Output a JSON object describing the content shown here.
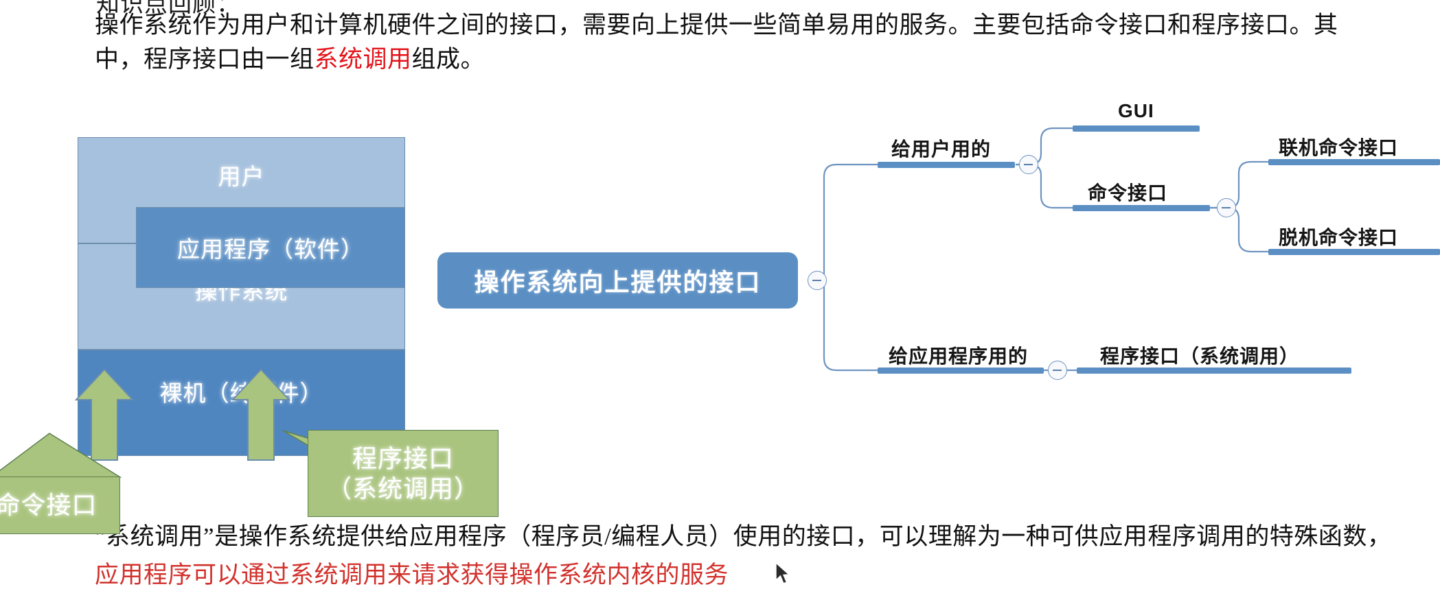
{
  "top": {
    "clipped_heading": "知识点回顾：",
    "paragraph_1": "操作系统作为用户和计算机硬件之间的接口，需要向上提供一些简单易用的服务。主要包括命令接口和程序接口。其中，程序接口由一组",
    "paragraph_1_highlight": "系统调用",
    "paragraph_1_tail": "组成。",
    "highlight_color": "#e2131a"
  },
  "stack_diagram": {
    "layers": [
      {
        "name": "user",
        "label": "用户",
        "color": "#a6c1de"
      },
      {
        "name": "app",
        "label": "应用程序（软件）",
        "color": "#5b8fc4"
      },
      {
        "name": "os",
        "label": "操作系统",
        "color": "#a6c1de"
      },
      {
        "name": "hardware",
        "label": "裸机（纯硬件）",
        "color": "#4f86c0"
      }
    ],
    "callouts": [
      {
        "name": "command-interface",
        "label": "命令接口",
        "color": "#a9c47e"
      },
      {
        "name": "program-interface",
        "line1": "程序接口",
        "line2": "（系统调用）",
        "color": "#a9c47e"
      }
    ],
    "arrow_color": "#a9c47e"
  },
  "mindmap": {
    "root": "操作系统向上提供的接口",
    "branches": [
      {
        "label": "给用户用的",
        "children": [
          {
            "label": "GUI",
            "children": []
          },
          {
            "label": "命令接口",
            "children": [
              {
                "label": "联机命令接口"
              },
              {
                "label": "脱机命令接口"
              }
            ]
          }
        ]
      },
      {
        "label": "给应用程序用的",
        "children": [
          {
            "label": "程序接口（系统调用）",
            "children": []
          }
        ]
      }
    ],
    "node_color": "#5b8fc4",
    "connector_color": "#6e93c0",
    "toggle_glyph": "minus-circle"
  },
  "bottom": {
    "line1_a": "“系统调用”是操作系统提供给应用程序（程序员/编程人员）使用的接口，可以理解为一种可供应用",
    "line2_a": "程序调用的特殊函数，",
    "line2_red": "应用程序可以通过系统调用来请求获得操作系统内核的服务",
    "highlight_color": "#d2322d"
  }
}
